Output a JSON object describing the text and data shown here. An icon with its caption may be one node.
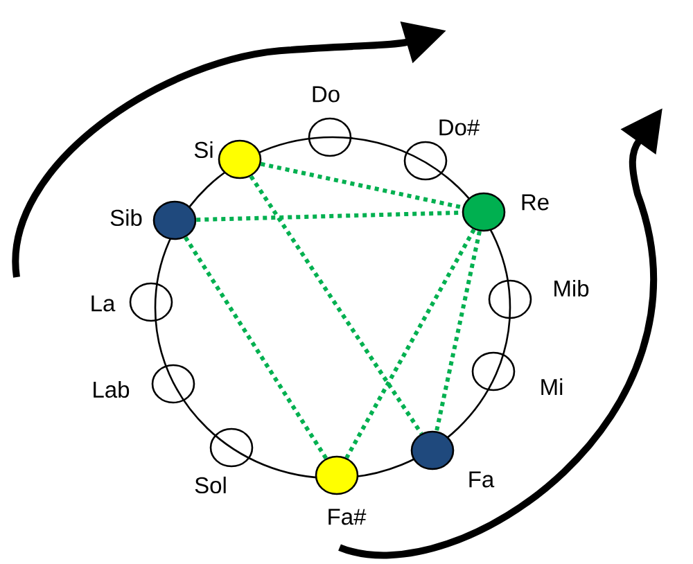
{
  "diagram": {
    "nodes": [
      {
        "text": [
          "Do"
        ]
      },
      {
        "text": [
          "Do#"
        ]
      },
      {
        "text": [
          "Re"
        ]
      },
      {
        "text": [
          "Mib"
        ]
      },
      {
        "text": [
          "Mi"
        ]
      },
      {
        "text": [
          "Fa"
        ]
      },
      {
        "text": [
          "Fa#"
        ]
      },
      {
        "text": [
          "Sol"
        ]
      },
      {
        "text": [
          "Lab"
        ]
      },
      {
        "text": [
          "La"
        ]
      },
      {
        "text": [
          "Sib"
        ]
      },
      {
        "text": [
          "Si"
        ]
      }
    ],
    "edges": [
      {
        "from": 11,
        "to": 2,
        "arrow": "none",
        "style": "dashed"
      },
      {
        "from": 11,
        "to": 5,
        "arrow": "none",
        "style": "dashed"
      },
      {
        "from": 10,
        "to": 2,
        "arrow": "none",
        "style": "dashed"
      },
      {
        "from": 10,
        "to": 6,
        "arrow": "none",
        "style": "dashed"
      },
      {
        "from": 2,
        "to": 6,
        "arrow": "none",
        "style": "dashed"
      },
      {
        "from": 2,
        "to": 5,
        "arrow": "none",
        "style": "dashed"
      }
    ]
  }
}
